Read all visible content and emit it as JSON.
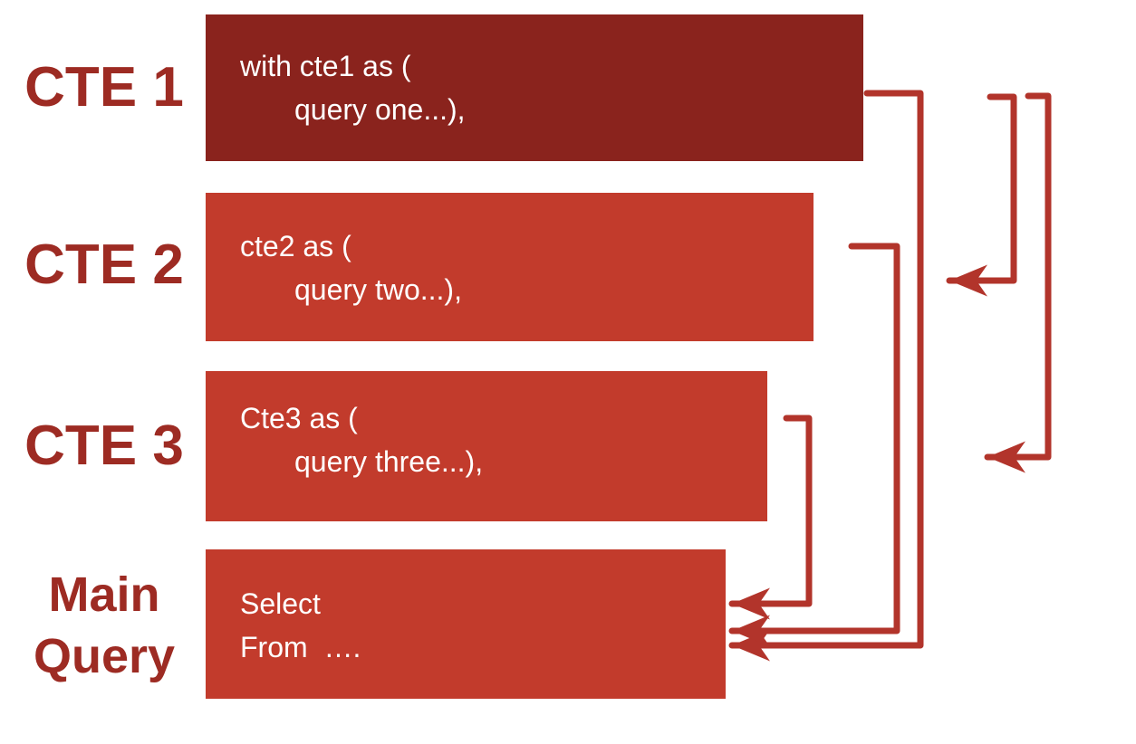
{
  "diagram": {
    "colors": {
      "page_bg": "#ffffff",
      "cte1_box": "#8a231d",
      "box_red": "#c23b2c",
      "box_text": "#ffffff",
      "label_text": "#9d2b23",
      "arrow": "#b2342b"
    },
    "rows": [
      {
        "id": "cte1",
        "label": "CTE 1",
        "code_line1": "with cte1 as (",
        "code_line2": "query one...),"
      },
      {
        "id": "cte2",
        "label": "CTE 2",
        "code_line1": "cte2 as (",
        "code_line2": "query two...),"
      },
      {
        "id": "cte3",
        "label": "CTE 3",
        "code_line1": "Cte3 as (",
        "code_line2": "query three...),"
      },
      {
        "id": "main_query",
        "label": "Main Query",
        "code_line1": "Select",
        "code_line2": "From  …."
      }
    ],
    "connections": [
      {
        "from": "cte1",
        "to": "main_query"
      },
      {
        "from": "cte2",
        "to": "main_query"
      },
      {
        "from": "cte3",
        "to": "main_query"
      },
      {
        "from": "cte1",
        "to": "cte2"
      },
      {
        "from": "cte1",
        "to": "cte3"
      }
    ]
  }
}
